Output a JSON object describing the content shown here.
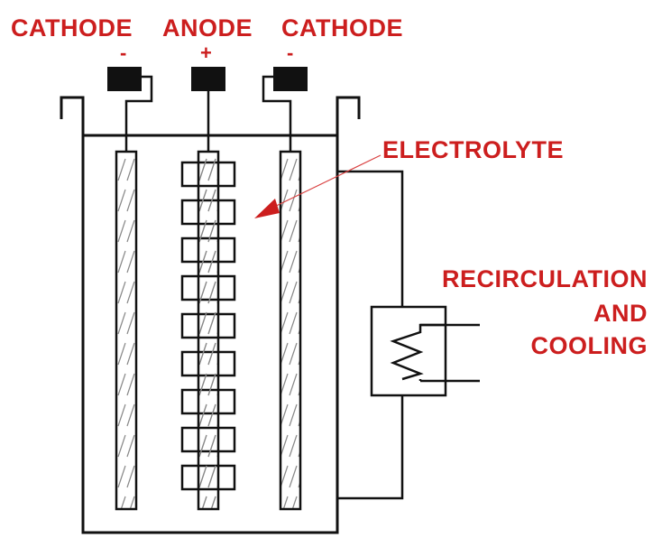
{
  "colors": {
    "label": "#cc1e1e",
    "line": "#111111",
    "hatch": "#888888",
    "background": "#ffffff"
  },
  "labels": {
    "cathode_left": "CATHODE",
    "anode": "ANODE",
    "cathode_right": "CATHODE",
    "cathode_left_sign": "-",
    "anode_sign": "+",
    "cathode_right_sign": "-",
    "electrolyte": "ELECTROLYTE",
    "recirculation_line1": "RECIRCULATION",
    "recirculation_line2": "AND",
    "recirculation_line3": "COOLING"
  },
  "icons": {
    "heat_exchanger": "zigzag-coil-icon",
    "terminal": "terminal-block-icon",
    "arrow": "arrow-icon"
  }
}
